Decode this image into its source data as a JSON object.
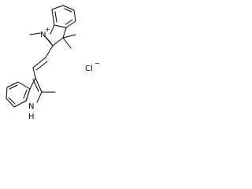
{
  "atoms": {
    "indolium_n": "N",
    "indolium_charge": "+",
    "indole_nh": "N",
    "indole_h": "H"
  },
  "counterion": {
    "label": "Cl",
    "charge": "−"
  },
  "colors": {
    "ink": "#000000",
    "background": "#ffffff"
  }
}
